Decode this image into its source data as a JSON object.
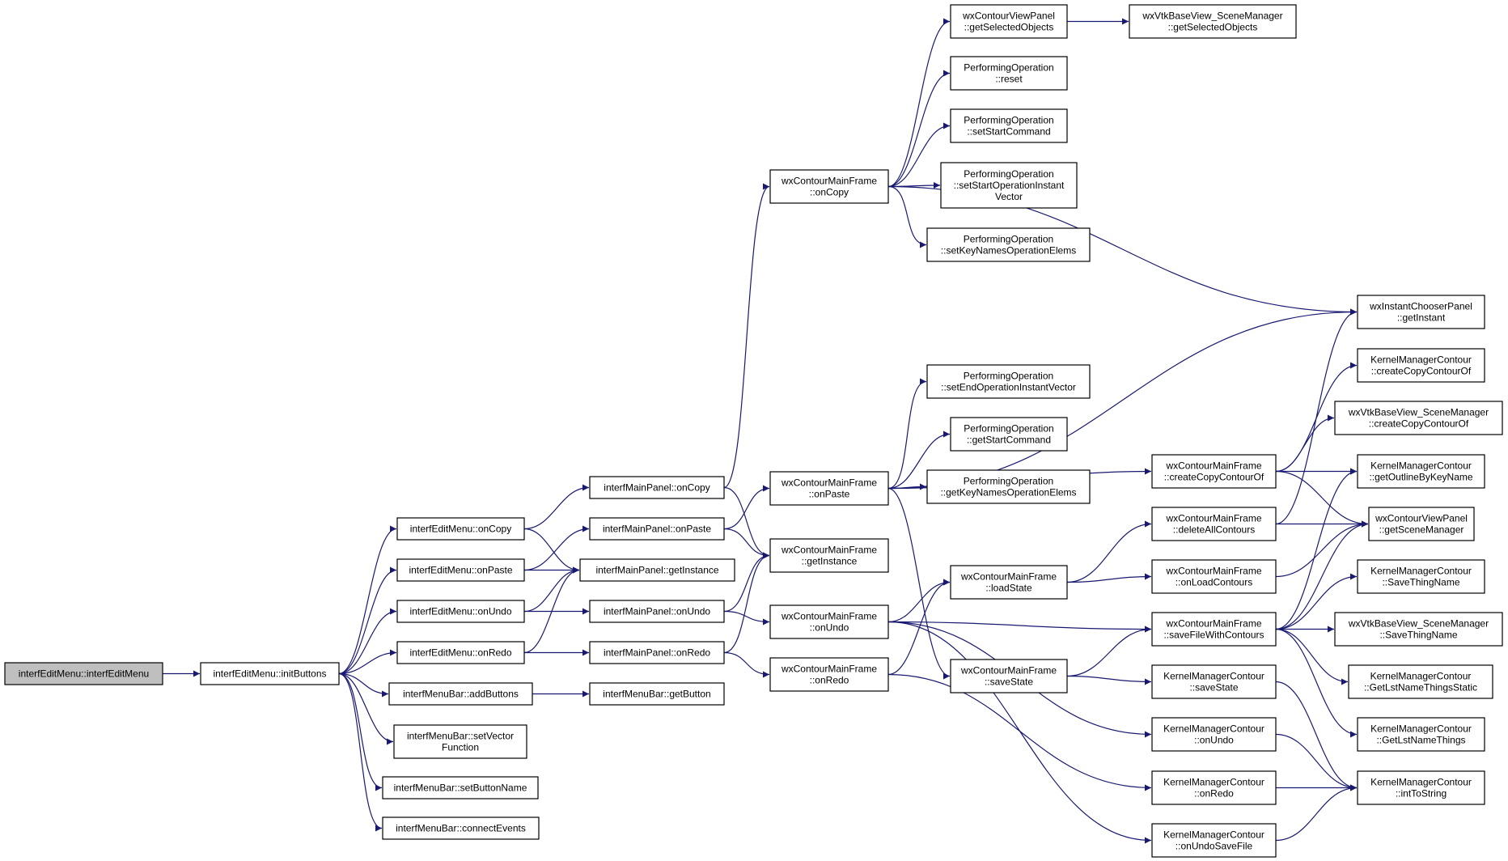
{
  "colors": {
    "edge": "#191970",
    "normal_border": "#000000",
    "highlight_border": "#ff0000",
    "root_fill": "#bfbfbf",
    "fill": "#ffffff"
  },
  "nodes": [
    {
      "id": "n0",
      "lines": [
        "interfEditMenu::interfEditMenu"
      ],
      "style": "root"
    },
    {
      "id": "n1",
      "lines": [
        "interfEditMenu::initButtons"
      ],
      "style": "normal"
    },
    {
      "id": "n2",
      "lines": [
        "interfEditMenu::onCopy"
      ],
      "style": "normal"
    },
    {
      "id": "n3",
      "lines": [
        "interfEditMenu::onPaste"
      ],
      "style": "normal"
    },
    {
      "id": "n4",
      "lines": [
        "interfEditMenu::onUndo"
      ],
      "style": "normal"
    },
    {
      "id": "n5",
      "lines": [
        "interfEditMenu::onRedo"
      ],
      "style": "normal"
    },
    {
      "id": "n6",
      "lines": [
        "interfMenuBar::addButtons"
      ],
      "style": "normal"
    },
    {
      "id": "n7",
      "lines": [
        "interfMenuBar::setVector",
        "Function"
      ],
      "style": "normal"
    },
    {
      "id": "n8",
      "lines": [
        "interfMenuBar::setButtonName"
      ],
      "style": "normal"
    },
    {
      "id": "n9",
      "lines": [
        "interfMenuBar::connectEvents"
      ],
      "style": "normal"
    },
    {
      "id": "n10",
      "lines": [
        "interfMainPanel::onCopy"
      ],
      "style": "normal"
    },
    {
      "id": "n11",
      "lines": [
        "interfMainPanel::onPaste"
      ],
      "style": "normal"
    },
    {
      "id": "n12",
      "lines": [
        "interfMainPanel::getInstance"
      ],
      "style": "normal"
    },
    {
      "id": "n13",
      "lines": [
        "interfMainPanel::onUndo"
      ],
      "style": "normal"
    },
    {
      "id": "n14",
      "lines": [
        "interfMainPanel::onRedo"
      ],
      "style": "normal"
    },
    {
      "id": "n15",
      "lines": [
        "interfMenuBar::getButton"
      ],
      "style": "normal"
    },
    {
      "id": "n16",
      "lines": [
        "wxContourMainFrame",
        "::onCopy"
      ],
      "style": "normal"
    },
    {
      "id": "n17",
      "lines": [
        "wxContourMainFrame",
        "::onPaste"
      ],
      "style": "normal"
    },
    {
      "id": "n18",
      "lines": [
        "wxContourMainFrame",
        "::getInstance"
      ],
      "style": "normal"
    },
    {
      "id": "n19",
      "lines": [
        "wxContourMainFrame",
        "::onUndo"
      ],
      "style": "normal"
    },
    {
      "id": "n20",
      "lines": [
        "wxContourMainFrame",
        "::onRedo"
      ],
      "style": "normal"
    },
    {
      "id": "n21",
      "lines": [
        "wxContourViewPanel",
        "::getSelectedObjects"
      ],
      "style": "normal"
    },
    {
      "id": "n22",
      "lines": [
        "PerformingOperation",
        "::reset"
      ],
      "style": "normal"
    },
    {
      "id": "n23",
      "lines": [
        "PerformingOperation",
        "::setStartCommand"
      ],
      "style": "normal"
    },
    {
      "id": "n24",
      "lines": [
        "PerformingOperation",
        "::setStartOperationInstant",
        "Vector"
      ],
      "style": "normal"
    },
    {
      "id": "n25",
      "lines": [
        "PerformingOperation",
        "::setKeyNamesOperationElems"
      ],
      "style": "normal"
    },
    {
      "id": "n26",
      "lines": [
        "PerformingOperation",
        "::setEndOperationInstantVector"
      ],
      "style": "normal"
    },
    {
      "id": "n27",
      "lines": [
        "PerformingOperation",
        "::getStartCommand"
      ],
      "style": "normal"
    },
    {
      "id": "n28",
      "lines": [
        "PerformingOperation",
        "::getKeyNamesOperationElems"
      ],
      "style": "normal"
    },
    {
      "id": "n29",
      "lines": [
        "wxContourMainFrame",
        "::loadState"
      ],
      "style": "normal"
    },
    {
      "id": "n30",
      "lines": [
        "wxContourMainFrame",
        "::saveState"
      ],
      "style": "normal"
    },
    {
      "id": "n31",
      "lines": [
        "wxVtkBaseView_SceneManager",
        "::getSelectedObjects"
      ],
      "style": "normal"
    },
    {
      "id": "n32",
      "lines": [
        "wxContourMainFrame",
        "::createCopyContourOf"
      ],
      "style": "normal"
    },
    {
      "id": "n33",
      "lines": [
        "wxContourMainFrame",
        "::deleteAllContours"
      ],
      "style": "highlight"
    },
    {
      "id": "n34",
      "lines": [
        "wxContourMainFrame",
        "::onLoadContours"
      ],
      "style": "highlight"
    },
    {
      "id": "n35",
      "lines": [
        "wxContourMainFrame",
        "::saveFileWithContours"
      ],
      "style": "normal"
    },
    {
      "id": "n36",
      "lines": [
        "KernelManagerContour",
        "::saveState"
      ],
      "style": "normal"
    },
    {
      "id": "n37",
      "lines": [
        "KernelManagerContour",
        "::onUndo"
      ],
      "style": "normal"
    },
    {
      "id": "n38",
      "lines": [
        "KernelManagerContour",
        "::onRedo"
      ],
      "style": "normal"
    },
    {
      "id": "n39",
      "lines": [
        "KernelManagerContour",
        "::onUndoSaveFile"
      ],
      "style": "normal"
    },
    {
      "id": "n40",
      "lines": [
        "wxInstantChooserPanel",
        "::getInstant"
      ],
      "style": "normal"
    },
    {
      "id": "n41",
      "lines": [
        "KernelManagerContour",
        "::createCopyContourOf"
      ],
      "style": "highlight"
    },
    {
      "id": "n42",
      "lines": [
        "wxVtkBaseView_SceneManager",
        "::createCopyContourOf"
      ],
      "style": "highlight"
    },
    {
      "id": "n43",
      "lines": [
        "KernelManagerContour",
        "::getOutlineByKeyName"
      ],
      "style": "highlight"
    },
    {
      "id": "n44",
      "lines": [
        "wxContourViewPanel",
        "::getSceneManager"
      ],
      "style": "normal"
    },
    {
      "id": "n45",
      "lines": [
        "KernelManagerContour",
        "::SaveThingName"
      ],
      "style": "highlight"
    },
    {
      "id": "n46",
      "lines": [
        "wxVtkBaseView_SceneManager",
        "::SaveThingName"
      ],
      "style": "highlight"
    },
    {
      "id": "n47",
      "lines": [
        "KernelManagerContour",
        "::GetLstNameThingsStatic"
      ],
      "style": "highlight"
    },
    {
      "id": "n48",
      "lines": [
        "KernelManagerContour",
        "::GetLstNameThings"
      ],
      "style": "highlight"
    },
    {
      "id": "n49",
      "lines": [
        "KernelManagerContour",
        "::intToString"
      ],
      "style": "normal"
    }
  ],
  "edges": [
    [
      "n0",
      "n1"
    ],
    [
      "n1",
      "n2"
    ],
    [
      "n1",
      "n3"
    ],
    [
      "n1",
      "n4"
    ],
    [
      "n1",
      "n5"
    ],
    [
      "n1",
      "n6"
    ],
    [
      "n1",
      "n7"
    ],
    [
      "n1",
      "n8"
    ],
    [
      "n1",
      "n9"
    ],
    [
      "n2",
      "n10"
    ],
    [
      "n2",
      "n12"
    ],
    [
      "n3",
      "n11"
    ],
    [
      "n3",
      "n12"
    ],
    [
      "n4",
      "n13"
    ],
    [
      "n4",
      "n12"
    ],
    [
      "n5",
      "n14"
    ],
    [
      "n5",
      "n12"
    ],
    [
      "n6",
      "n15"
    ],
    [
      "n10",
      "n16"
    ],
    [
      "n10",
      "n18"
    ],
    [
      "n11",
      "n17"
    ],
    [
      "n11",
      "n18"
    ],
    [
      "n13",
      "n19"
    ],
    [
      "n13",
      "n18"
    ],
    [
      "n14",
      "n20"
    ],
    [
      "n14",
      "n18"
    ],
    [
      "n16",
      "n21"
    ],
    [
      "n16",
      "n22"
    ],
    [
      "n16",
      "n23"
    ],
    [
      "n16",
      "n24"
    ],
    [
      "n16",
      "n25"
    ],
    [
      "n16",
      "n40"
    ],
    [
      "n21",
      "n31"
    ],
    [
      "n17",
      "n40"
    ],
    [
      "n17",
      "n26"
    ],
    [
      "n17",
      "n27"
    ],
    [
      "n17",
      "n28"
    ],
    [
      "n17",
      "n32"
    ],
    [
      "n17",
      "n30"
    ],
    [
      "n19",
      "n29"
    ],
    [
      "n19",
      "n35"
    ],
    [
      "n19",
      "n37"
    ],
    [
      "n19",
      "n39"
    ],
    [
      "n20",
      "n29"
    ],
    [
      "n20",
      "n38"
    ],
    [
      "n29",
      "n33"
    ],
    [
      "n29",
      "n34"
    ],
    [
      "n30",
      "n35"
    ],
    [
      "n30",
      "n36"
    ],
    [
      "n32",
      "n41"
    ],
    [
      "n32",
      "n42"
    ],
    [
      "n32",
      "n43"
    ],
    [
      "n32",
      "n44"
    ],
    [
      "n33",
      "n44"
    ],
    [
      "n33",
      "n40"
    ],
    [
      "n34",
      "n44"
    ],
    [
      "n35",
      "n43"
    ],
    [
      "n35",
      "n44"
    ],
    [
      "n35",
      "n45"
    ],
    [
      "n35",
      "n46"
    ],
    [
      "n35",
      "n47"
    ],
    [
      "n35",
      "n48"
    ],
    [
      "n36",
      "n49"
    ],
    [
      "n37",
      "n49"
    ],
    [
      "n38",
      "n49"
    ],
    [
      "n39",
      "n49"
    ]
  ]
}
